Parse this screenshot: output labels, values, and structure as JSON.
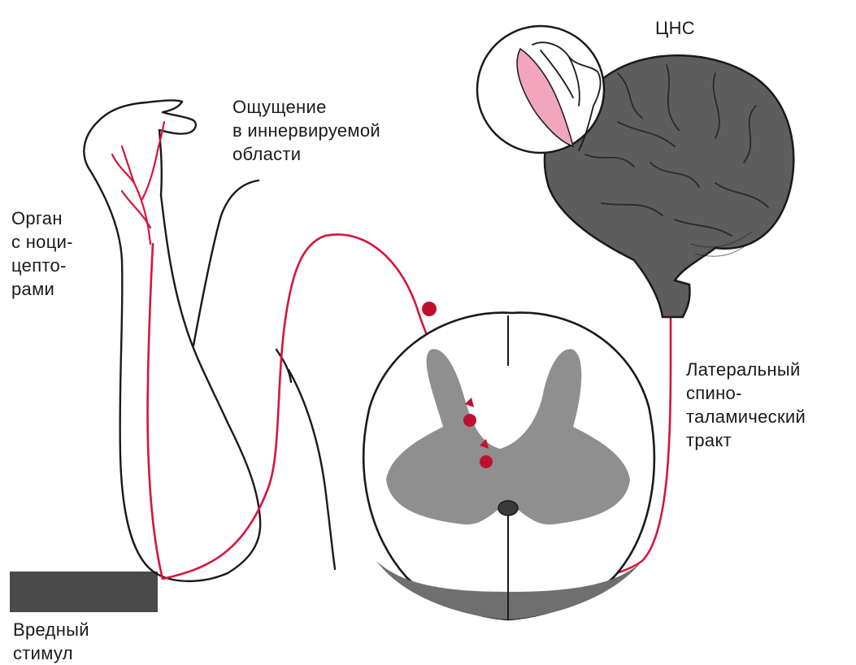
{
  "labels": {
    "cns": "ЦНС",
    "sensation": [
      "Ощущение",
      "в иннервируемой",
      "области"
    ],
    "organ": [
      "Орган",
      "с ноци-",
      "цепто-",
      "рами"
    ],
    "tract": [
      "Латеральный",
      "спино-",
      "таламический",
      "тракт"
    ],
    "stimulus": [
      "Вредный",
      "стимул"
    ]
  },
  "colors": {
    "pathway": "#d8143c",
    "neuron": "#c0102f",
    "gray_matter": "#8f8f8f",
    "brain": "#5d5d5d",
    "stimulus_bar": "#4a4a4a",
    "hand_highlight": "#f2a6bd",
    "outline": "#1a1a1a"
  }
}
